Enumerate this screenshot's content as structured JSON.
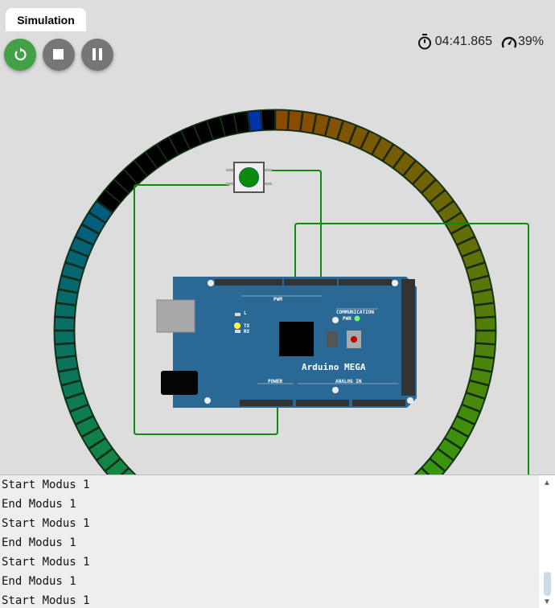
{
  "tab": {
    "label": "Simulation"
  },
  "toolbar": {
    "restart": "restart-icon",
    "stop": "stop-icon",
    "pause": "pause-icon"
  },
  "status": {
    "time": "04:41.865",
    "speed": "39%"
  },
  "board": {
    "name": "Arduino MEGA",
    "pwm": "PWM",
    "communication": "COMMUNICATION",
    "power": "POWER",
    "analog_in": "ANALOG IN",
    "pwr": "PWR",
    "led_l": "L",
    "led_tx": "TX",
    "led_rx": "RX"
  },
  "ring": {
    "count": 100,
    "colors": {
      "start": "#8a4a00",
      "mid": "#22aa11",
      "end": "#005a80",
      "off": "#000000",
      "blue": "#0033aa"
    }
  },
  "console": {
    "lines": [
      "Start Modus 1",
      "End Modus 1",
      "Start Modus 1",
      "End Modus 1",
      "Start Modus 1",
      "End Modus 1",
      "Start Modus 1"
    ]
  }
}
